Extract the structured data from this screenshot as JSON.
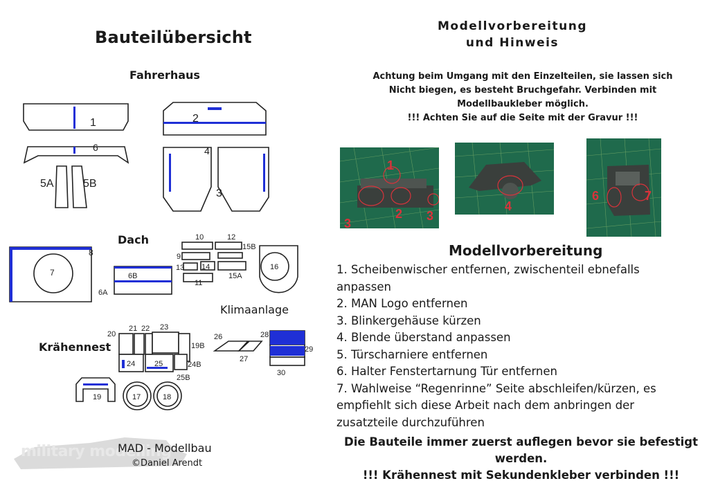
{
  "left": {
    "title": "Bauteilübersicht",
    "sections": {
      "fahrerhaus": "Fahrerhaus",
      "dach": "Dach",
      "klimaanlage": "Klimaanlage",
      "kraehennest": "Krähennest"
    },
    "part_labels": [
      "1",
      "6",
      "5A",
      "5B",
      "2",
      "4",
      "3",
      "8",
      "7",
      "10",
      "12",
      "15B",
      "9",
      "13",
      "14",
      "11",
      "15A",
      "6B",
      "6A",
      "16",
      "20",
      "21",
      "22",
      "23",
      "19B",
      "24",
      "25",
      "24B",
      "25B",
      "19",
      "17",
      "18",
      "26",
      "27",
      "28",
      "29",
      "30"
    ],
    "footer": {
      "brand": "MAD - Modellbau",
      "copyright": "©Daniel Arendt",
      "watermark": "military modelling"
    }
  },
  "right": {
    "title_line1": "Modellvorbereitung",
    "title_line2": "und Hinweis",
    "warning_lines": [
      "Achtung beim Umgang mit den Einzelteilen, sie lassen sich",
      "Nicht biegen, es besteht Bruchgefahr. Verbinden mit",
      "Modellbaukleber möglich.",
      "!!! Achten Sie auf die Seite mit der Gravur !!!"
    ],
    "photo_marks": {
      "photo1": [
        "1",
        "3",
        "2",
        "3"
      ],
      "photo2": [
        "4"
      ],
      "photo3": [
        "6",
        "7"
      ]
    },
    "heading": "Modellvorbereitung",
    "steps": [
      "1. Scheibenwischer entfernen, zwischenteil ebnefalls",
      "anpassen",
      "2. MAN Logo entfernen",
      "3. Blinkergehäuse kürzen",
      "4. Blende überstand anpassen",
      "5. Türscharniere entfernen",
      "6. Halter Fenstertarnung Tür entfernen",
      "7. Wahlweise “Regenrinne” Seite abschleifen/kürzen, es",
      "empfiehlt sich diese Arbeit nach dem anbringen der",
      "zusatzteile durchzuführen"
    ],
    "notes": [
      "Die Bauteile immer zuerst auflegen bevor sie befestigt",
      "werden.",
      "!!! Krähennest mit Sekundenkleber verbinden !!!"
    ]
  },
  "colors": {
    "part_blue": "#1f2fd6",
    "mat_green": "#1f6a4c",
    "mark_red": "#d8333b"
  }
}
